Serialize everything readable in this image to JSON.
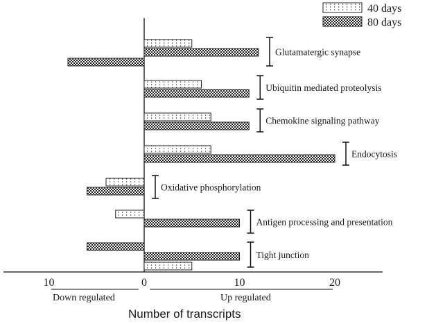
{
  "chart_data": {
    "type": "bar",
    "orientation": "horizontal",
    "categories": [
      "Glutamatergic synapse",
      "Ubiquitin mediated proteolysis",
      "Chemokine signaling pathway",
      "Endocytosis",
      "Oxidative phosphorylation",
      "Antigen processing and presentation",
      "Tight junction"
    ],
    "series": [
      {
        "name": "40 days",
        "pattern": "dotted",
        "values": [
          5,
          6,
          7,
          7,
          -4,
          -3,
          5
        ]
      },
      {
        "name": "80 days",
        "pattern": "checkered",
        "values": [
          12,
          11,
          11,
          20,
          -6,
          10,
          10
        ]
      }
    ],
    "series_extra": {
      "Glutamatergic synapse": {
        "80 days (down)": -8
      },
      "Tight junction": {
        "80 days (down)": -6
      }
    },
    "xlim": [
      -15,
      25
    ],
    "x_tick_labels": [
      "10",
      "0",
      "10",
      "20"
    ],
    "x_tick_values": [
      -10,
      0,
      10,
      20
    ],
    "xlabel": "Number of transcripts",
    "down_label": "Down regulated",
    "up_label": "Up regulated",
    "legend_position": "top-right",
    "grid": false
  }
}
